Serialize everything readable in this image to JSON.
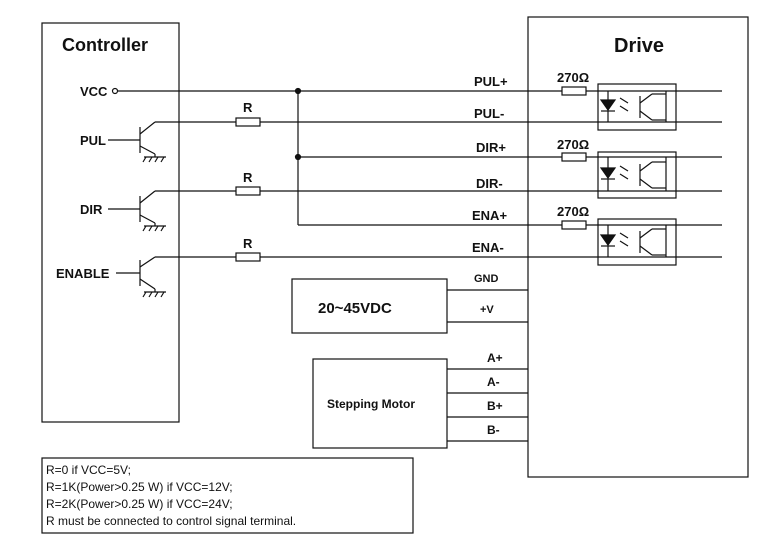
{
  "controller": {
    "title": "Controller",
    "vcc": "VCC",
    "pul": "PUL",
    "dir": "DIR",
    "enable": "ENABLE"
  },
  "drive": {
    "title": "Drive",
    "resistor_value": "270Ω",
    "pins": {
      "pul_plus": "PUL+",
      "pul_minus": "PUL-",
      "dir_plus": "DIR+",
      "dir_minus": "DIR-",
      "ena_plus": "ENA+",
      "ena_minus": "ENA-",
      "gnd": "GND",
      "v_plus": "+V",
      "a_plus": "A+",
      "a_minus": "A-",
      "b_plus": "B+",
      "b_minus": "B-"
    }
  },
  "resistor_label": "R",
  "power_supply": {
    "label": "20~45VDC"
  },
  "motor": {
    "label": "Stepping Motor"
  },
  "notes": [
    "R=0 if VCC=5V;",
    "R=1K(Power>0.25 W) if VCC=12V;",
    "R=2K(Power>0.25 W) if VCC=24V;",
    "R must be connected to control signal terminal."
  ],
  "colors": {
    "line": "#111111",
    "background": "#ffffff"
  }
}
